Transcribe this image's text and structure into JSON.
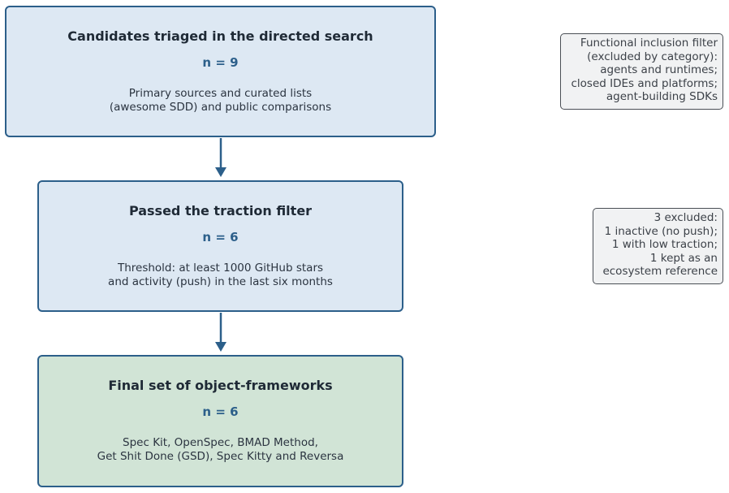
{
  "stages": [
    {
      "title": "Candidates triaged in the directed search",
      "count": "n = 9",
      "description": [
        "Primary sources and curated lists",
        "(awesome SDD) and public comparisons"
      ]
    },
    {
      "title": "Passed the traction filter",
      "count": "n = 6",
      "description": [
        "Threshold: at least 1000 GitHub stars",
        "and activity (push) in the last six months"
      ]
    },
    {
      "title": "Final set of object-frameworks",
      "count": "n = 6",
      "description": [
        "Spec Kit, OpenSpec, BMAD Method,",
        "Get Shit Done (GSD), Spec Kitty and Reversa"
      ]
    }
  ],
  "notes": [
    {
      "lines": [
        "Functional inclusion filter",
        "(excluded by category):",
        "agents and runtimes;",
        "closed IDEs and platforms;",
        "agent-building SDKs"
      ]
    },
    {
      "lines": [
        "3 excluded:",
        "1 inactive (no push);",
        "1 with low traction;",
        "1 kept as an",
        "ecosystem reference"
      ]
    }
  ],
  "colors": {
    "stage_fill": "#dde8f3",
    "final_fill": "#d1e4d6",
    "border": "#2c5f8a",
    "count_text": "#2c5f8a",
    "note_fill": "#f1f2f3"
  }
}
